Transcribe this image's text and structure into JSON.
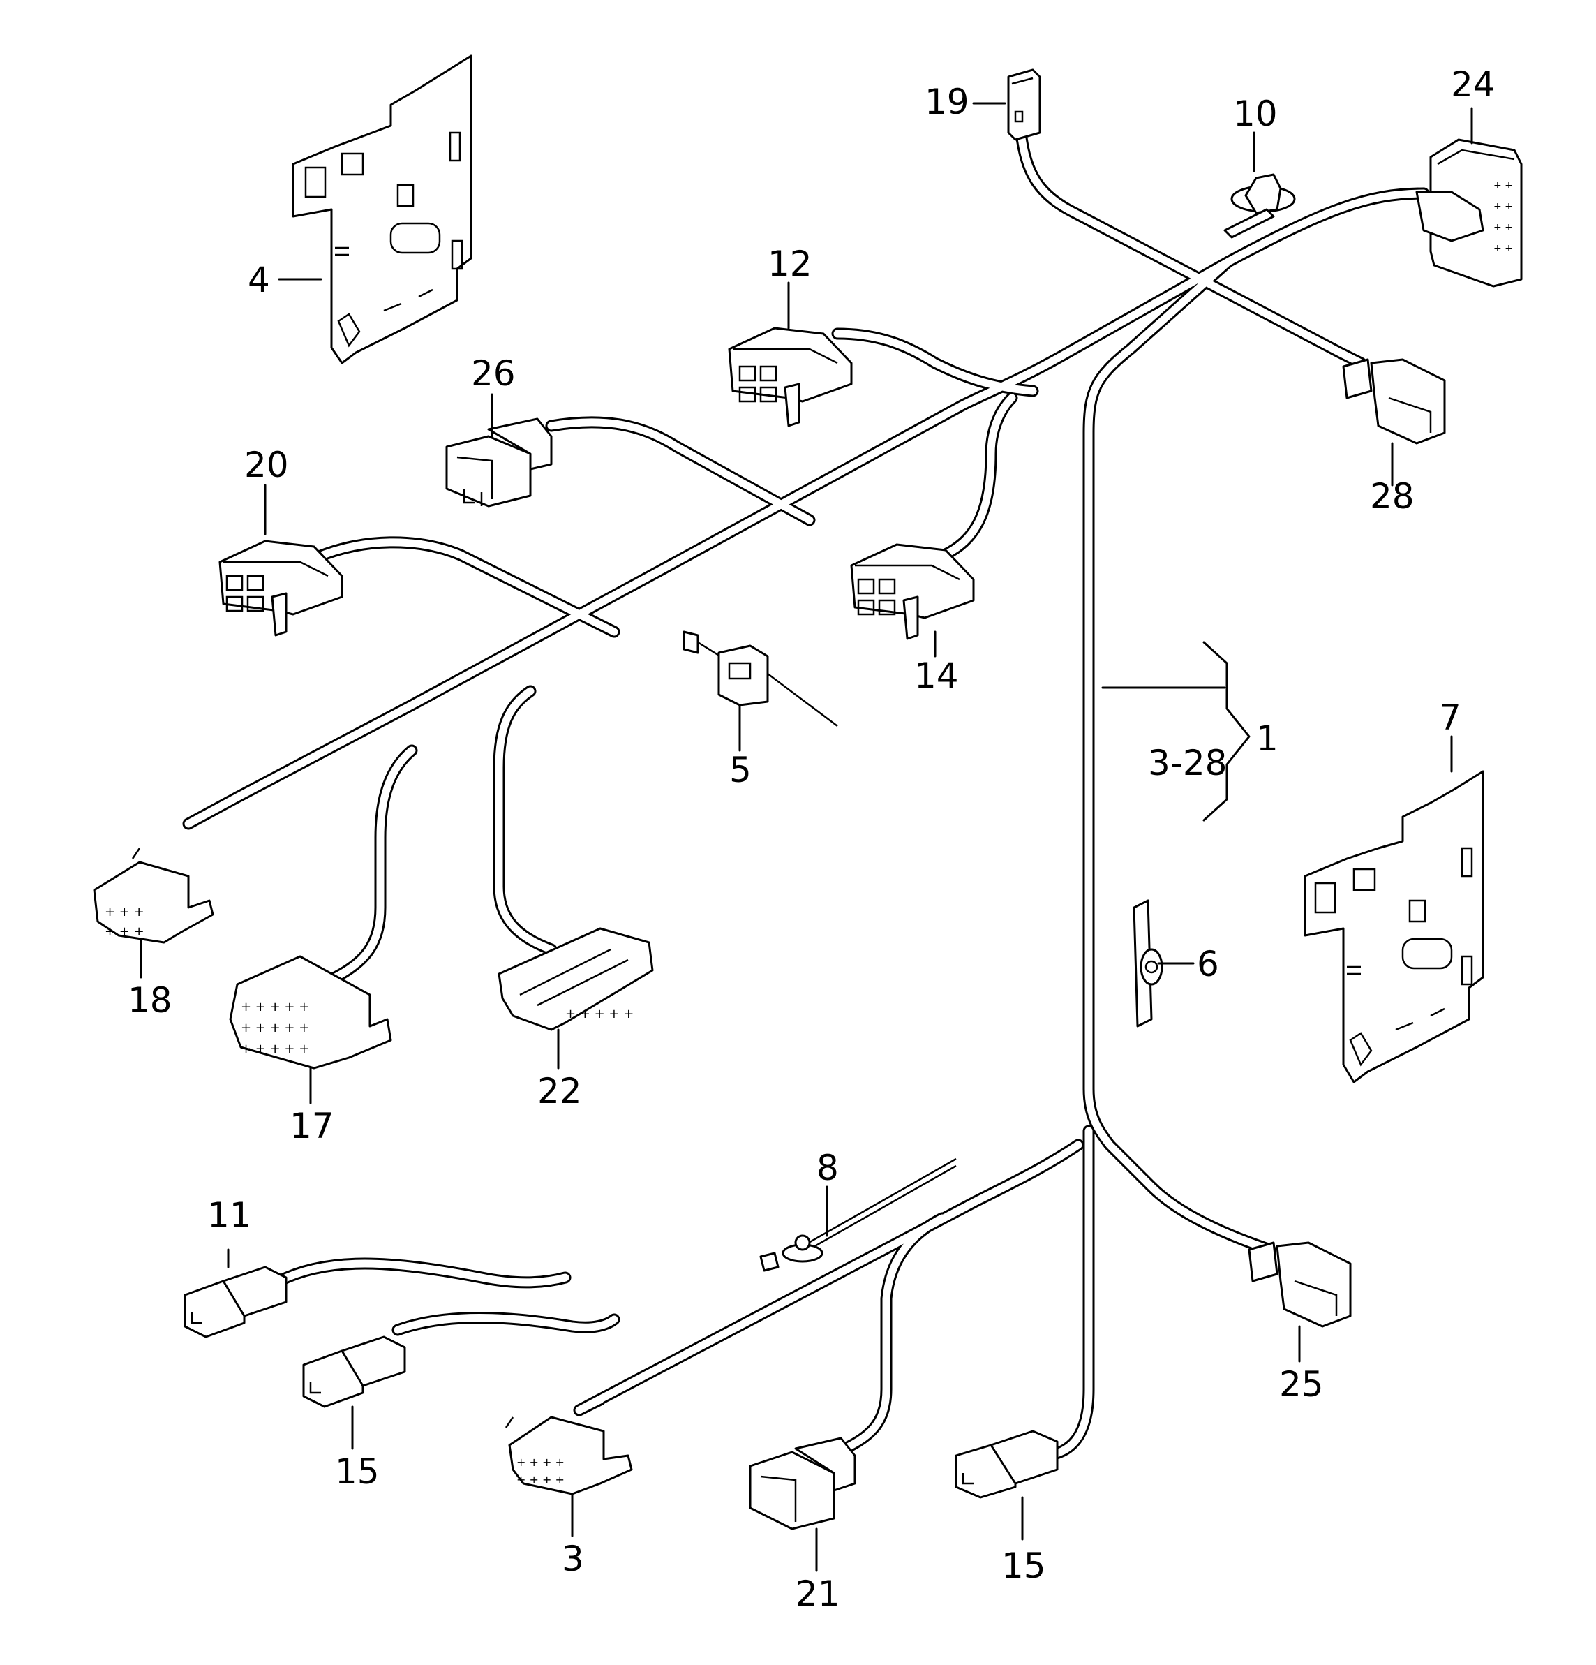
{
  "diagram": {
    "callouts": [
      {
        "id": "c1",
        "text": "1"
      },
      {
        "id": "c3",
        "text": "3"
      },
      {
        "id": "c3_28",
        "text": "3-28"
      },
      {
        "id": "c4",
        "text": "4"
      },
      {
        "id": "c5",
        "text": "5"
      },
      {
        "id": "c6",
        "text": "6"
      },
      {
        "id": "c7",
        "text": "7"
      },
      {
        "id": "c8",
        "text": "8"
      },
      {
        "id": "c10",
        "text": "10"
      },
      {
        "id": "c11",
        "text": "11"
      },
      {
        "id": "c12",
        "text": "12"
      },
      {
        "id": "c14",
        "text": "14"
      },
      {
        "id": "c15a",
        "text": "15"
      },
      {
        "id": "c15b",
        "text": "15"
      },
      {
        "id": "c17",
        "text": "17"
      },
      {
        "id": "c18",
        "text": "18"
      },
      {
        "id": "c19",
        "text": "19"
      },
      {
        "id": "c20",
        "text": "20"
      },
      {
        "id": "c21",
        "text": "21"
      },
      {
        "id": "c22",
        "text": "22"
      },
      {
        "id": "c24",
        "text": "24"
      },
      {
        "id": "c25",
        "text": "25"
      },
      {
        "id": "c26",
        "text": "26"
      },
      {
        "id": "c28",
        "text": "28"
      }
    ]
  }
}
